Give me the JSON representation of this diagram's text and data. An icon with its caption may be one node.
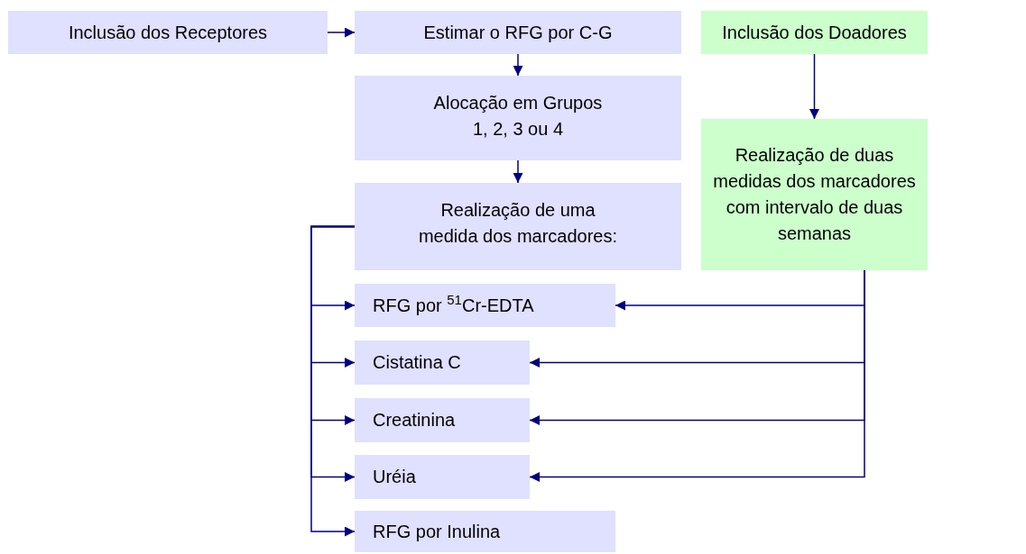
{
  "diagram": {
    "nodes": [
      {
        "text": [
          "Inclusão dos Receptores"
        ]
      },
      {
        "text": [
          "Estimar o RFG por C-G"
        ]
      },
      {
        "text": [
          "Inclusão dos Doadores"
        ]
      },
      {
        "text": [
          "Alocação em Grupos 1, 2, 3 ou 4"
        ]
      },
      {
        "text": [
          "Realização de uma medida dos marcadores:"
        ]
      },
      {
        "text": [
          "Realização de duas medidas dos marcadores com intervalo de duas semanas"
        ]
      },
      {
        "text": [
          "RFG por $^{51}$Cr-EDTA"
        ]
      },
      {
        "text": [
          "Cistatina C"
        ]
      },
      {
        "text": [
          "Creatinina"
        ]
      },
      {
        "text": [
          "Uréia"
        ]
      },
      {
        "text": [
          "RFG por Inulina"
        ]
      }
    ],
    "edges": [
      {
        "from": 0,
        "to": 1,
        "arrow": "to"
      },
      {
        "from": 1,
        "to": 3,
        "arrow": "to"
      },
      {
        "from": 3,
        "to": 4,
        "arrow": "to"
      },
      {
        "from": 2,
        "to": 5,
        "arrow": "to"
      },
      {
        "from": 4,
        "to": 6,
        "arrow": "to"
      },
      {
        "from": 4,
        "to": 7,
        "arrow": "to"
      },
      {
        "from": 4,
        "to": 8,
        "arrow": "to"
      },
      {
        "from": 4,
        "to": 9,
        "arrow": "to"
      },
      {
        "from": 4,
        "to": 10,
        "arrow": "to"
      },
      {
        "from": 5,
        "to": 6,
        "arrow": "to"
      },
      {
        "from": 5,
        "to": 7,
        "arrow": "to"
      },
      {
        "from": 5,
        "to": 8,
        "arrow": "to"
      },
      {
        "from": 5,
        "to": 9,
        "arrow": "to"
      }
    ]
  }
}
